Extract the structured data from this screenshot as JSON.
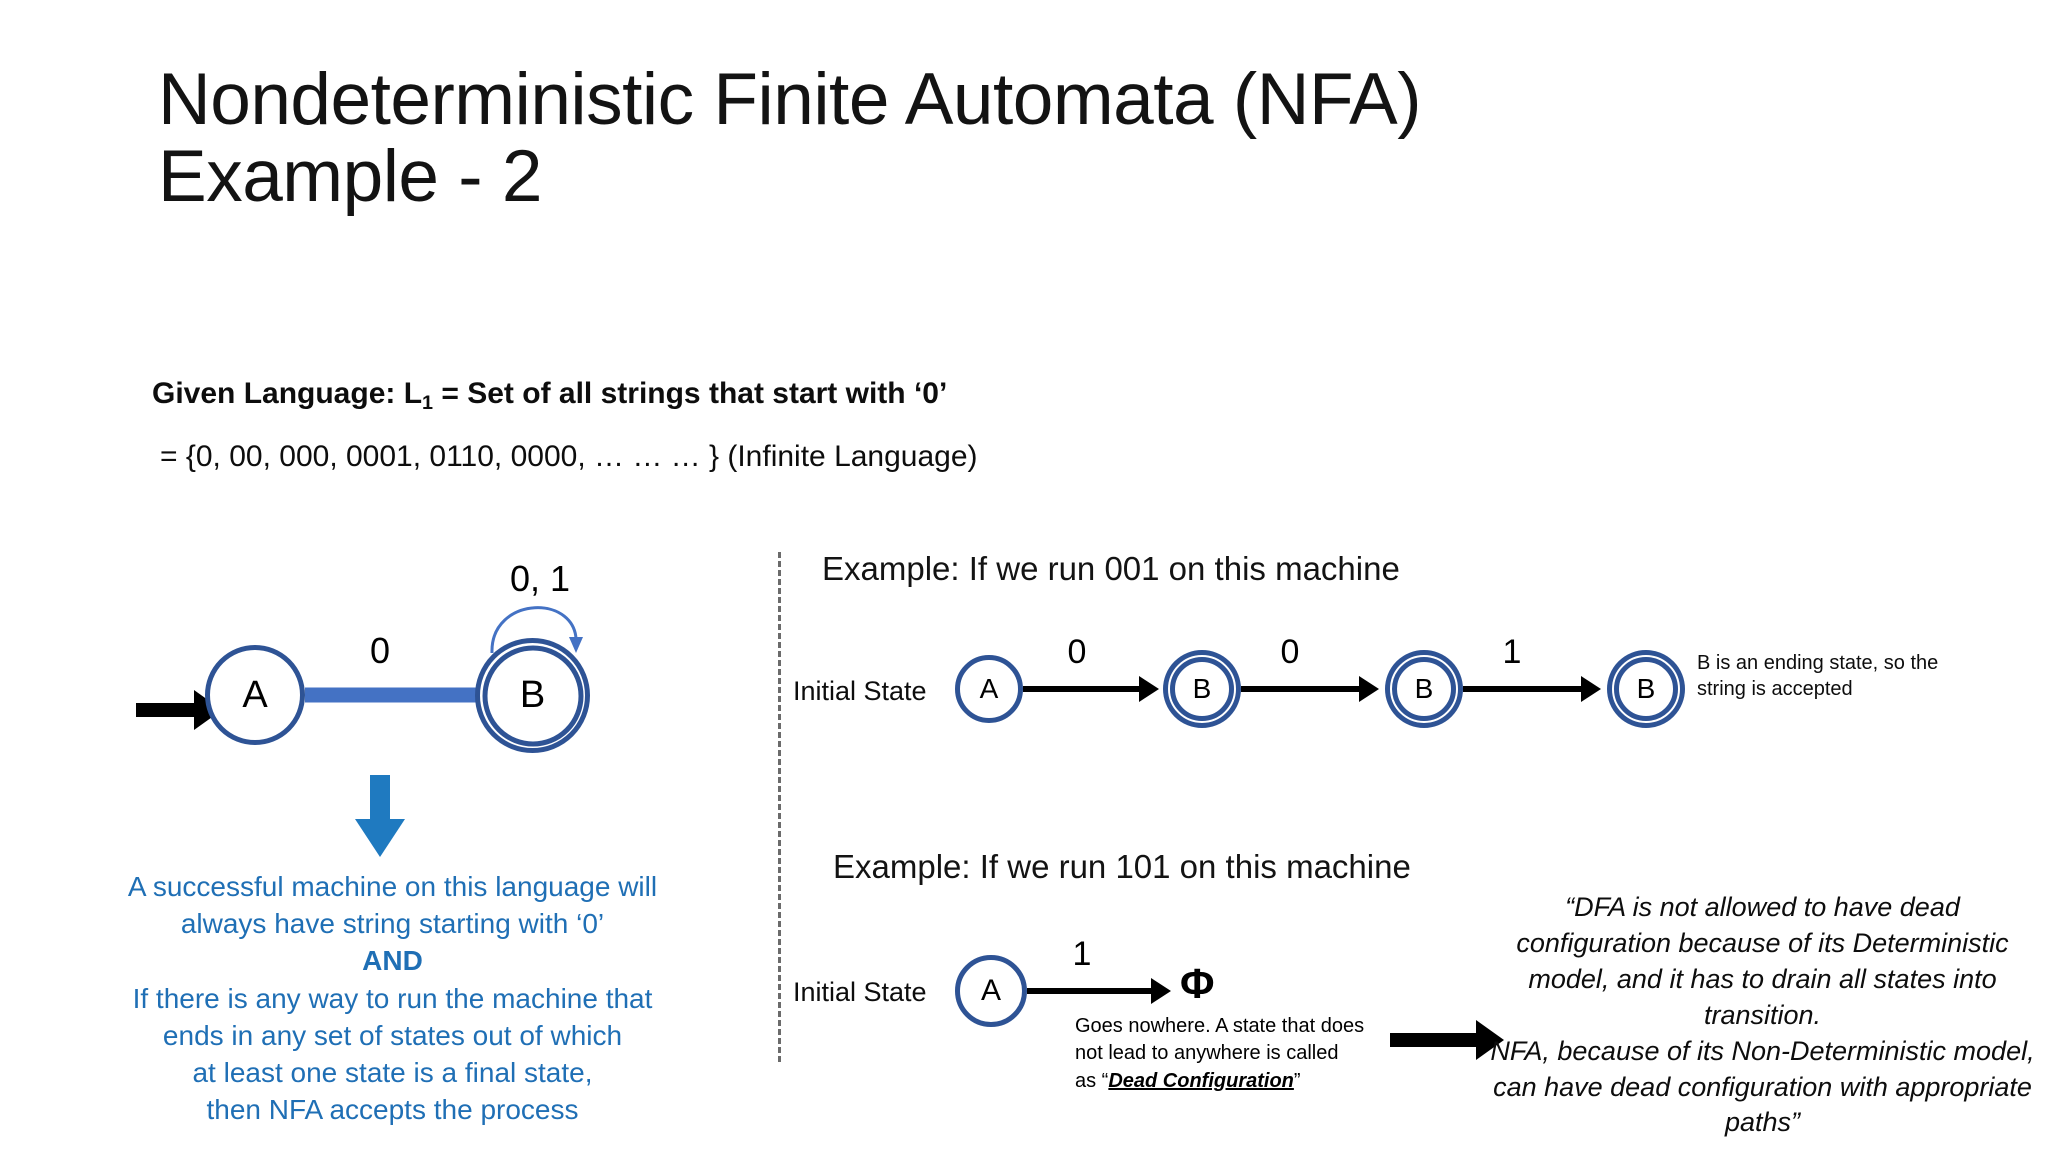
{
  "slide": {
    "title_line1": "Nondeterministic Finite Automata (NFA)",
    "title_line2": "Example - 2"
  },
  "language": {
    "prefix": "Given Language: L",
    "subscript": "1",
    "statement": " = Set of all strings that start with ‘0’",
    "set_line": "= {0, 00, 000, 0001, 0110, 0000, … … … } (Infinite Language)"
  },
  "machine": {
    "state_a": "A",
    "state_b": "B",
    "transition_label": "0",
    "self_loop_label": "0, 1"
  },
  "explanation": {
    "line1": "A successful machine on this language will",
    "line2": "always have string starting with ‘0’",
    "and": "AND",
    "line3": "If there is any way to run the machine that",
    "line4": "ends in any set of states out of which",
    "line5": "at least one state is a final state,",
    "line6": "then NFA accepts the process"
  },
  "example_accept": {
    "heading": "Example: If we run 001 on this machine",
    "initial_state_label": "Initial State",
    "states": [
      "A",
      "B",
      "B",
      "B"
    ],
    "symbols": [
      "0",
      "0",
      "1"
    ],
    "note_line1": "B is an ending state, so the",
    "note_line2": "string is accepted"
  },
  "example_reject": {
    "heading": "Example: If we run 101 on this machine",
    "initial_state_label": "Initial State",
    "state": "A",
    "symbol": "1",
    "dead_symbol": "Φ",
    "note_part1": "Goes nowhere. A state that does not lead to anywhere is called as “",
    "note_emphasis": "Dead Configuration",
    "note_part2": "”"
  },
  "quote": {
    "text": "“DFA is not allowed to have dead configuration because of its Deterministic model, and it has to drain all states into transition.",
    "text2": "NFA, because of its Non-Deterministic model, can have dead configuration with appropriate paths”"
  },
  "colors": {
    "state_stroke": "#2e5395",
    "blue_arrow": "#4472c4",
    "blue_text": "#1f6fb5",
    "down_arrow": "#1f7ac0",
    "divider": "#6b6b6b"
  }
}
